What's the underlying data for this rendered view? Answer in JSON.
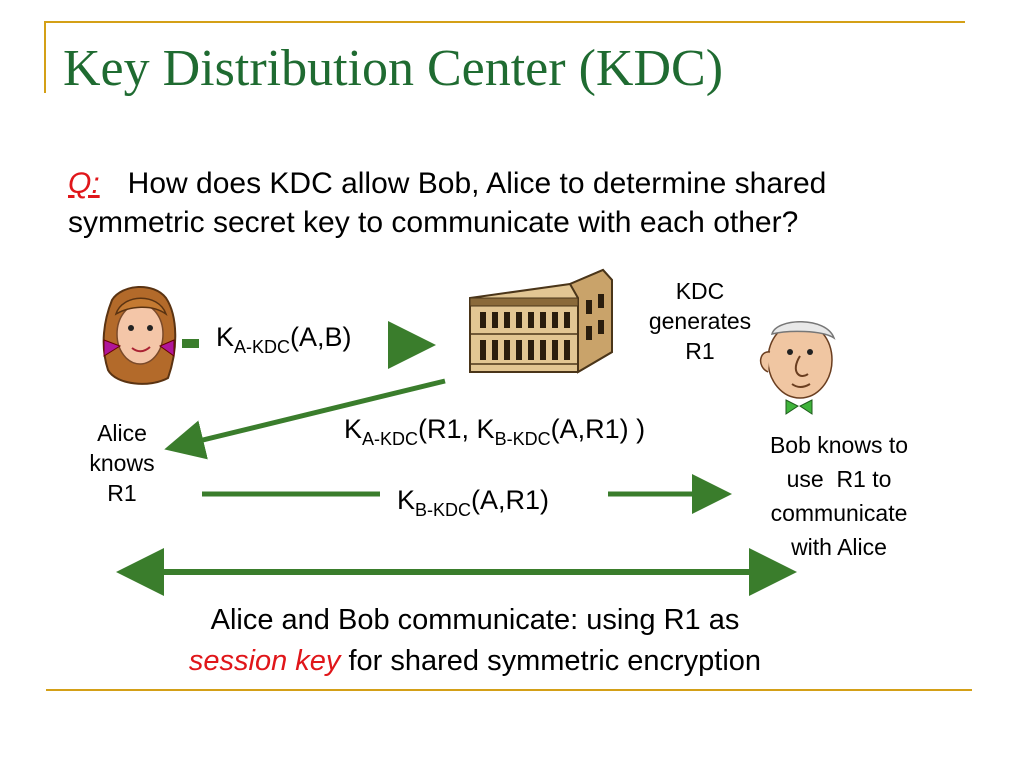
{
  "slide": {
    "title": "Key Distribution Center (KDC)",
    "question_label": "Q:",
    "question_text": "How does KDC allow Bob, Alice to determine shared symmetric secret key to communicate with each other?"
  },
  "diagram": {
    "msg1": {
      "key": "K",
      "sub": "A-KDC",
      "rest": "(A,B)"
    },
    "msg2": {
      "k1": "K",
      "sub1": "A-KDC",
      "mid": "(R1, K",
      "sub2": "B-KDC",
      "end": "(A,R1) )"
    },
    "msg3": {
      "key": "K",
      "sub": "B-KDC",
      "rest": "(A,R1)"
    },
    "kdc_note": [
      "KDC",
      "generates",
      "R1"
    ],
    "alice_note": [
      "Alice",
      "knows",
      "R1"
    ],
    "bob_note": [
      "Bob knows to",
      "use  R1 to",
      "communicate",
      "with Alice"
    ],
    "bottom_line1": "Alice and Bob communicate: using R1 as",
    "bottom_session": "session key",
    "bottom_rest": " for shared symmetric encryption"
  },
  "colors": {
    "title": "#1f6b31",
    "arrow": "#3a7d2c",
    "accent": "#e0161a",
    "frame": "#d4a017"
  },
  "icons": [
    "alice-figure-icon",
    "kdc-building-icon",
    "bob-figure-icon"
  ]
}
